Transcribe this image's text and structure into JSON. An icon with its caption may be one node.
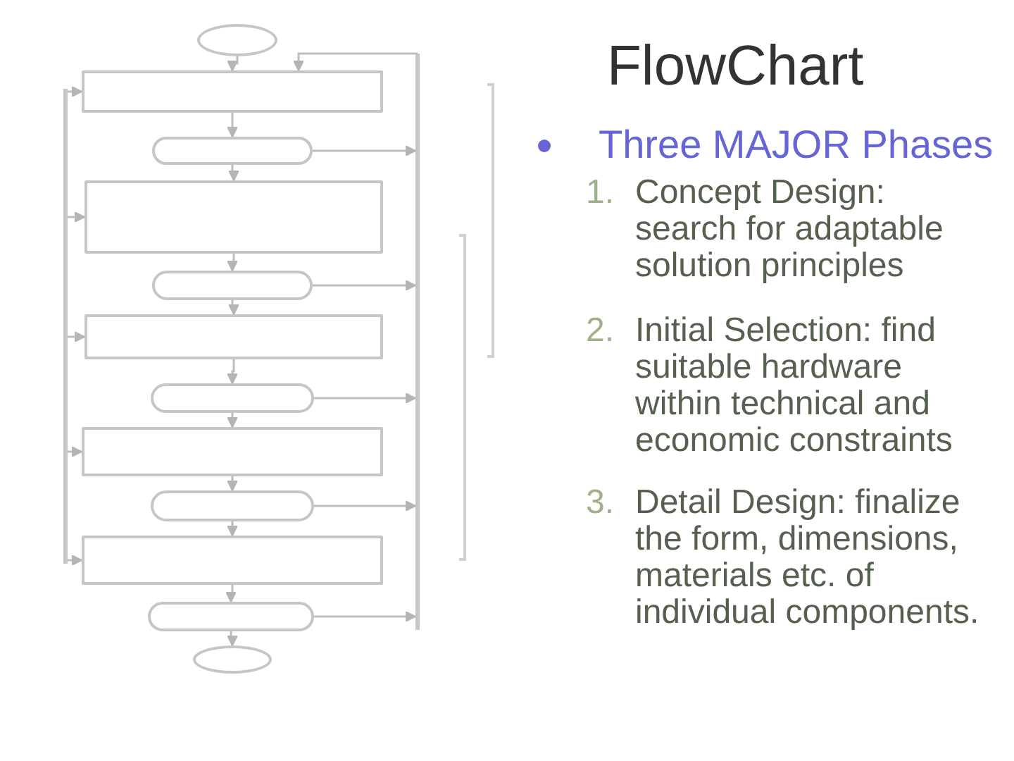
{
  "diagram": {
    "title": "FlowChart",
    "nodes": [
      {
        "text": [],
        "shape": "ellipse"
      },
      {
        "text": [],
        "shape": "box"
      },
      {
        "text": [],
        "shape": "pill"
      },
      {
        "text": [],
        "shape": "box"
      },
      {
        "text": [],
        "shape": "pill"
      },
      {
        "text": [],
        "shape": "box"
      },
      {
        "text": [],
        "shape": "pill"
      },
      {
        "text": [],
        "shape": "box"
      },
      {
        "text": [],
        "shape": "pill"
      },
      {
        "text": [],
        "shape": "box"
      },
      {
        "text": [],
        "shape": "pill"
      },
      {
        "text": [],
        "shape": "ellipse"
      },
      {
        "text": [],
        "shape": "bar"
      },
      {
        "text": [],
        "shape": "bar"
      }
    ],
    "edges": [
      {
        "from": 0,
        "to": 1,
        "arrow": "to"
      },
      {
        "from": 1,
        "to": 2,
        "arrow": "to"
      },
      {
        "from": 2,
        "to": 3,
        "arrow": "to"
      },
      {
        "from": 3,
        "to": 4,
        "arrow": "to"
      },
      {
        "from": 4,
        "to": 5,
        "arrow": "to"
      },
      {
        "from": 5,
        "to": 6,
        "arrow": "to"
      },
      {
        "from": 6,
        "to": 7,
        "arrow": "to"
      },
      {
        "from": 7,
        "to": 8,
        "arrow": "to"
      },
      {
        "from": 8,
        "to": 9,
        "arrow": "to"
      },
      {
        "from": 9,
        "to": 10,
        "arrow": "to"
      },
      {
        "from": 10,
        "to": 11,
        "arrow": "to"
      },
      {
        "from": 12,
        "to": 1,
        "arrow": "to"
      },
      {
        "from": 12,
        "to": 3,
        "arrow": "to"
      },
      {
        "from": 12,
        "to": 5,
        "arrow": "to"
      },
      {
        "from": 12,
        "to": 7,
        "arrow": "to"
      },
      {
        "from": 12,
        "to": 9,
        "arrow": "to"
      },
      {
        "from": 2,
        "to": 13,
        "arrow": "to"
      },
      {
        "from": 4,
        "to": 13,
        "arrow": "to"
      },
      {
        "from": 6,
        "to": 13,
        "arrow": "to"
      },
      {
        "from": 8,
        "to": 13,
        "arrow": "to"
      },
      {
        "from": 10,
        "to": 13,
        "arrow": "to"
      },
      {
        "from": 13,
        "to": 1,
        "arrow": "to"
      }
    ],
    "labels": [
      "Three MAJOR Phases",
      "1.",
      "Concept Design: search for adaptable solution principles",
      "2.",
      "Initial Selection: find suitable hardware within technical and economic constraints",
      "3.",
      "Detail Design: finalize the form, dimensions, materials etc. of individual components."
    ]
  }
}
